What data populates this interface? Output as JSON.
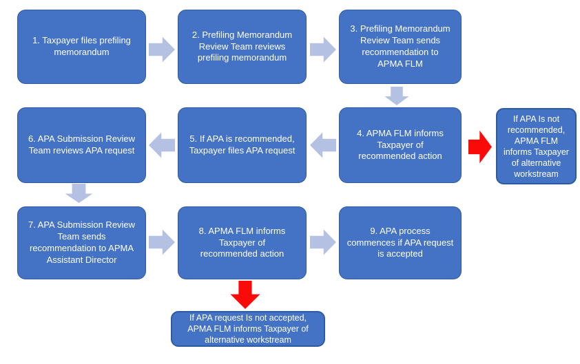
{
  "diagram": {
    "type": "flowchart",
    "subject": "APA prefiling and submission process",
    "nodes": {
      "step1": {
        "text": "1. Taxpayer files prefiling memorandum"
      },
      "step2": {
        "text": "2. Prefiling Memorandum Review Team reviews prefiling memorandum"
      },
      "step3": {
        "text": "3. Prefiling Memorandum Review Team sends recommendation to APMA FLM"
      },
      "step4": {
        "text": "4. APMA FLM informs Taxpayer of recommended action"
      },
      "step5": {
        "text": "5. If APA is recommended, Taxpayer files APA request"
      },
      "step6": {
        "text": "6. APA Submission Review Team reviews APA request"
      },
      "step7": {
        "text": "7. APA Submission Review Team sends recommendation to APMA Assistant Director"
      },
      "step8": {
        "text": "8. APMA FLM informs Taxpayer of recommended action"
      },
      "step9": {
        "text": "9. APA process commences if APA request is accepted"
      },
      "alt_not_recommended": {
        "text": "If APA Is not recommended, APMA FLM informs Taxpayer of alternative workstream"
      },
      "alt_not_accepted": {
        "text": "If APA request Is not accepted, APMA FLM informs Taxpayer of alternative workstream"
      }
    },
    "connections": [
      {
        "from": "step1",
        "to": "step2",
        "direction": "right",
        "style": "flow"
      },
      {
        "from": "step2",
        "to": "step3",
        "direction": "right",
        "style": "flow"
      },
      {
        "from": "step3",
        "to": "step4",
        "direction": "down",
        "style": "flow"
      },
      {
        "from": "step4",
        "to": "step5",
        "direction": "left",
        "style": "flow"
      },
      {
        "from": "step5",
        "to": "step6",
        "direction": "left",
        "style": "flow"
      },
      {
        "from": "step4",
        "to": "alt_not_recommended",
        "direction": "right",
        "style": "alert"
      },
      {
        "from": "step6",
        "to": "step7",
        "direction": "down",
        "style": "flow"
      },
      {
        "from": "step7",
        "to": "step8",
        "direction": "right",
        "style": "flow"
      },
      {
        "from": "step8",
        "to": "step9",
        "direction": "right",
        "style": "flow"
      },
      {
        "from": "step8",
        "to": "alt_not_accepted",
        "direction": "down",
        "style": "alert"
      }
    ]
  },
  "colors": {
    "node_fill": "#4472C4",
    "node_border": "#2E5B9F",
    "node_text": "#FFFFFF",
    "flow_arrow": "#B4C1E2",
    "alert_arrow": "#FB0A0A",
    "canvas_bg": "#FFFFFF"
  }
}
